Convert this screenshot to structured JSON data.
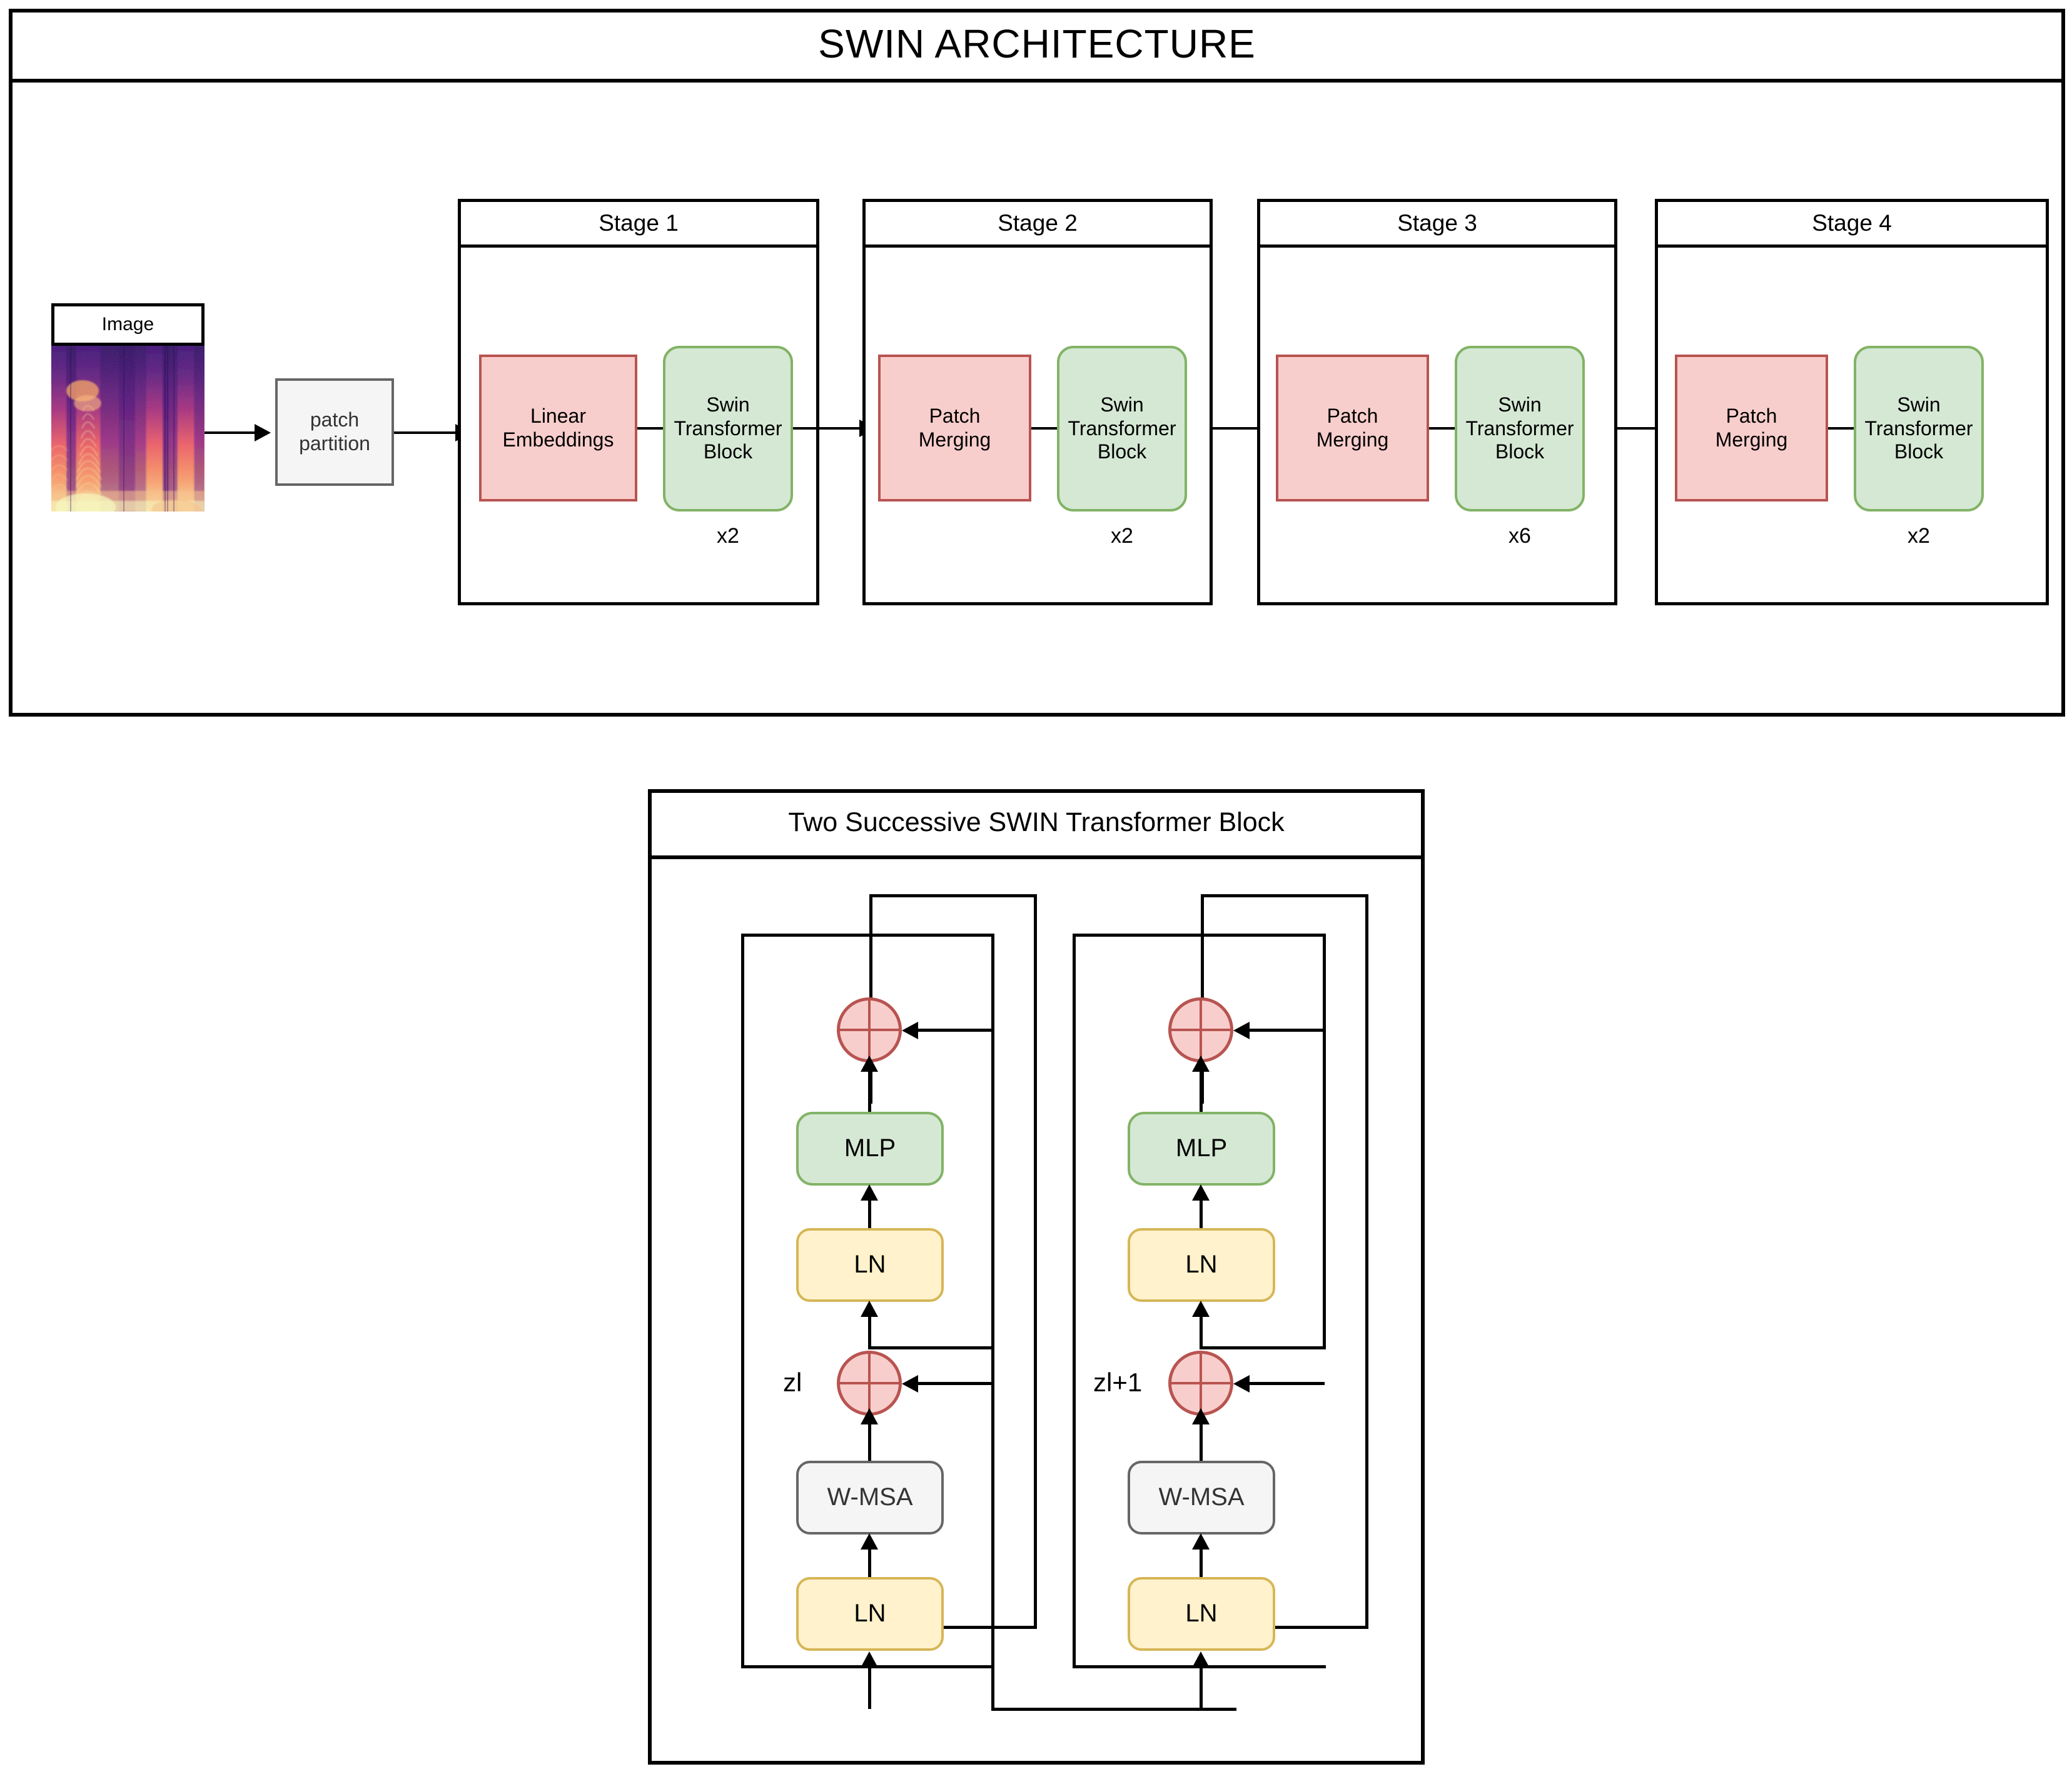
{
  "top_panel": {
    "title": "SWIN ARCHITECTURE",
    "input": {
      "label": "Image",
      "icon": "spectrogram-image"
    },
    "patch_partition": {
      "line1": "patch",
      "line2": "partition"
    },
    "stages": [
      {
        "title": "Stage 1",
        "first_block": {
          "line1": "Linear",
          "line2": "Embeddings"
        },
        "second_block": {
          "line1": "Swin",
          "line2": "Transformer",
          "line3": "Block"
        },
        "repeat": "x2"
      },
      {
        "title": "Stage 2",
        "first_block": {
          "line1": "Patch",
          "line2": "Merging"
        },
        "second_block": {
          "line1": "Swin",
          "line2": "Transformer",
          "line3": "Block"
        },
        "repeat": "x2"
      },
      {
        "title": "Stage 3",
        "first_block": {
          "line1": "Patch",
          "line2": "Merging"
        },
        "second_block": {
          "line1": "Swin",
          "line2": "Transformer",
          "line3": "Block"
        },
        "repeat": "x6"
      },
      {
        "title": "Stage 4",
        "first_block": {
          "line1": "Patch",
          "line2": "Merging"
        },
        "second_block": {
          "line1": "Swin",
          "line2": "Transformer",
          "line3": "Block"
        },
        "repeat": "x2"
      }
    ]
  },
  "bottom_panel": {
    "title": "Two Successive SWIN Transformer Block",
    "blocks": [
      {
        "output_label": "zl",
        "norm1": "LN",
        "attention": "W-MSA",
        "norm2": "LN",
        "mlp": "MLP",
        "add1": "+",
        "add2": "+"
      },
      {
        "output_label": "zl+1",
        "norm1": "LN",
        "attention": "W-MSA",
        "norm2": "LN",
        "mlp": "MLP",
        "add1": "+",
        "add2": "+"
      }
    ]
  },
  "colors": {
    "pink_fill": "#f8cecc",
    "pink_stroke": "#b85450",
    "green_fill": "#d5e8d4",
    "green_stroke": "#82b366",
    "yellow_fill": "#fff2cc",
    "yellow_stroke": "#d6b656",
    "gray_fill": "#f5f5f5",
    "gray_stroke": "#666666",
    "line": "#000000"
  }
}
